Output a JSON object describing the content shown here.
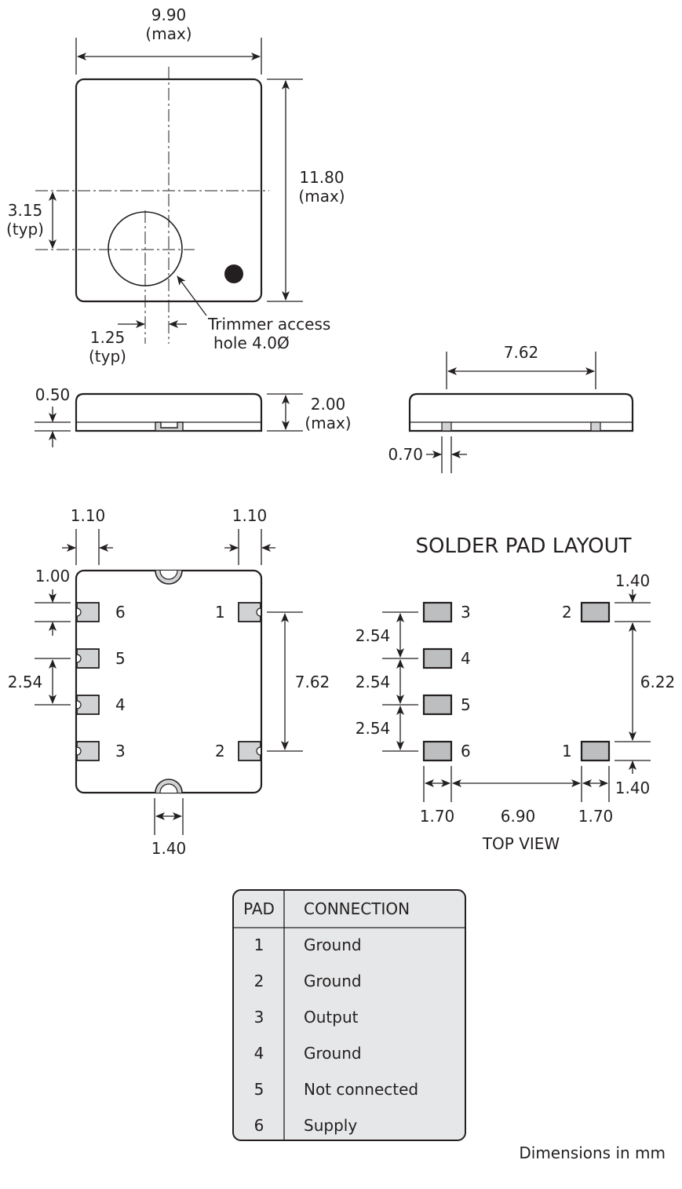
{
  "top_view": {
    "width_value": "9.90",
    "width_note": "(max)",
    "height_value": "11.80",
    "height_note": "(max)",
    "hole_offset_y_value": "3.15",
    "hole_offset_y_note": "(typ)",
    "hole_offset_x_value": "1.25",
    "hole_offset_x_note": "(typ)",
    "trimmer_label_line1": "Trimmer access",
    "trimmer_label_line2": "hole 4.0Ø"
  },
  "side_view_left": {
    "thickness_value": "0.50",
    "height_value": "2.00",
    "height_note": "(max)"
  },
  "side_view_right": {
    "pitch_value": "7.62",
    "pad_width_value": "0.70"
  },
  "bottom_view": {
    "left_pad_length": "1.10",
    "right_pad_length": "1.10",
    "pad_width": "1.00",
    "pitch": "2.54",
    "span": "7.62",
    "notch_width": "1.40",
    "pads": [
      {
        "label": "6",
        "side": "left"
      },
      {
        "label": "5",
        "side": "left"
      },
      {
        "label": "4",
        "side": "left"
      },
      {
        "label": "3",
        "side": "left"
      },
      {
        "label": "1",
        "side": "right"
      },
      {
        "label": "2",
        "side": "right"
      }
    ]
  },
  "solder_pad_layout": {
    "title": "SOLDER PAD LAYOUT",
    "pitch_1": "2.54",
    "pitch_2": "2.54",
    "pitch_3": "2.54",
    "pad_height_top": "1.40",
    "pad_height_bottom": "1.40",
    "span": "6.22",
    "pad_length_left": "1.70",
    "gap": "6.90",
    "pad_length_right": "1.70",
    "view_label": "TOP VIEW",
    "pads": [
      {
        "label": "3",
        "side": "left"
      },
      {
        "label": "4",
        "side": "left"
      },
      {
        "label": "5",
        "side": "left"
      },
      {
        "label": "6",
        "side": "left"
      },
      {
        "label": "2",
        "side": "right"
      },
      {
        "label": "1",
        "side": "right"
      }
    ]
  },
  "connection_table": {
    "headers": [
      "PAD",
      "CONNECTION"
    ],
    "rows": [
      {
        "pad": "1",
        "connection": "Ground"
      },
      {
        "pad": "2",
        "connection": "Ground"
      },
      {
        "pad": "3",
        "connection": "Output"
      },
      {
        "pad": "4",
        "connection": "Ground"
      },
      {
        "pad": "5",
        "connection": "Not connected"
      },
      {
        "pad": "6",
        "connection": "Supply"
      }
    ]
  },
  "footer_note": "Dimensions in mm"
}
